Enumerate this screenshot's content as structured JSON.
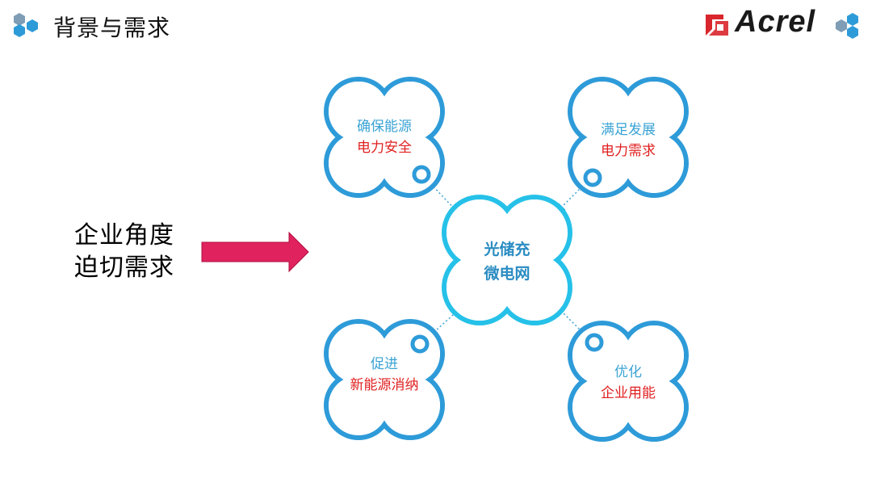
{
  "header": {
    "title": "背景与需求"
  },
  "logo": {
    "brand": "Acrel",
    "icon": "acrel-logo-icon",
    "decor_icon": "hexagon-cluster-icon"
  },
  "side": {
    "line1": "企业角度",
    "line2": "迫切需求",
    "arrow_icon": "right-arrow-icon"
  },
  "diagram": {
    "center": {
      "line1": "光储充",
      "line2": "微电网"
    },
    "nodes": [
      {
        "line1": "确保能源",
        "line2": "电力安全"
      },
      {
        "line1": "满足发展",
        "line2": "电力需求"
      },
      {
        "line1": "促进",
        "line2": "新能源消纳"
      },
      {
        "line1": "优化",
        "line2": "企业用能"
      }
    ]
  },
  "colors": {
    "blue": "#2e9bd9",
    "center_blue": "#26c1e8",
    "red": "#e02020",
    "arrow": "#e0225e"
  }
}
